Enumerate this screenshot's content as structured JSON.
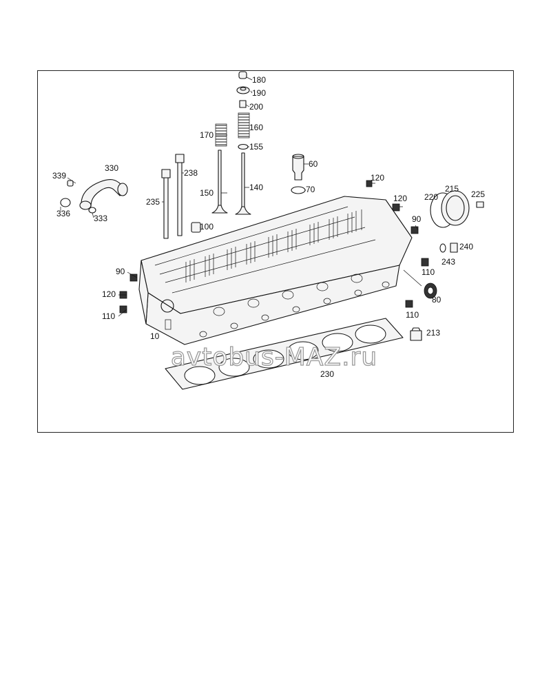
{
  "watermark": "avtobus-MAZ.ru",
  "part_labels": [
    {
      "id": "label-180",
      "text": "180"
    },
    {
      "id": "label-190",
      "text": "190"
    },
    {
      "id": "label-200",
      "text": "200"
    },
    {
      "id": "label-160",
      "text": "160"
    },
    {
      "id": "label-170",
      "text": "170"
    },
    {
      "id": "label-155",
      "text": "155"
    },
    {
      "id": "label-60",
      "text": "60"
    },
    {
      "id": "label-70",
      "text": "70"
    },
    {
      "id": "label-140",
      "text": "140"
    },
    {
      "id": "label-150",
      "text": "150"
    },
    {
      "id": "label-238",
      "text": "238"
    },
    {
      "id": "label-235",
      "text": "235"
    },
    {
      "id": "label-330",
      "text": "330"
    },
    {
      "id": "label-339",
      "text": "339"
    },
    {
      "id": "label-336",
      "text": "336"
    },
    {
      "id": "label-333",
      "text": "333"
    },
    {
      "id": "label-100",
      "text": "100"
    },
    {
      "id": "label-120-top",
      "text": "120"
    },
    {
      "id": "label-120-right",
      "text": "120"
    },
    {
      "id": "label-220",
      "text": "220"
    },
    {
      "id": "label-215",
      "text": "215"
    },
    {
      "id": "label-225",
      "text": "225"
    },
    {
      "id": "label-90-right",
      "text": "90"
    },
    {
      "id": "label-240",
      "text": "240"
    },
    {
      "id": "label-243",
      "text": "243"
    },
    {
      "id": "label-110-right",
      "text": "110"
    },
    {
      "id": "label-80",
      "text": "80"
    },
    {
      "id": "label-90-left",
      "text": "90"
    },
    {
      "id": "label-120-left",
      "text": "120"
    },
    {
      "id": "label-110-left",
      "text": "110"
    },
    {
      "id": "label-10",
      "text": "10"
    },
    {
      "id": "label-110-bottom",
      "text": "110"
    },
    {
      "id": "label-213",
      "text": "213"
    },
    {
      "id": "label-230",
      "text": "230"
    }
  ]
}
